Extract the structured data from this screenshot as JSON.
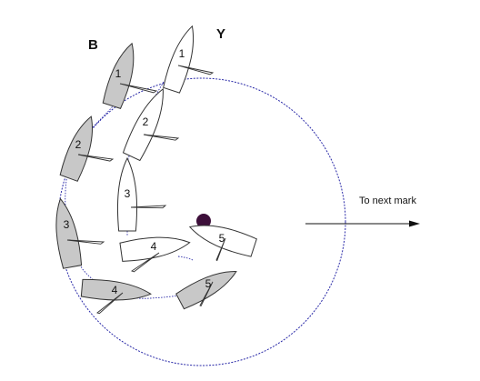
{
  "colors": {
    "boat_b": "#c8c8c8",
    "boat_y": "#ffffff",
    "outline": "#333333",
    "zone_circle": "#2a2aa8",
    "mark": "#3d0f3a",
    "arrow": "#111111"
  },
  "labels": {
    "team_b": "B",
    "team_y": "Y",
    "next_mark": "To next mark"
  },
  "boats_b": [
    {
      "label": "1"
    },
    {
      "label": "2"
    },
    {
      "label": "3"
    },
    {
      "label": "4"
    },
    {
      "label": "5"
    }
  ],
  "boats_y": [
    {
      "label": "1"
    },
    {
      "label": "2"
    },
    {
      "label": "3"
    },
    {
      "label": "4"
    },
    {
      "label": "5"
    }
  ]
}
